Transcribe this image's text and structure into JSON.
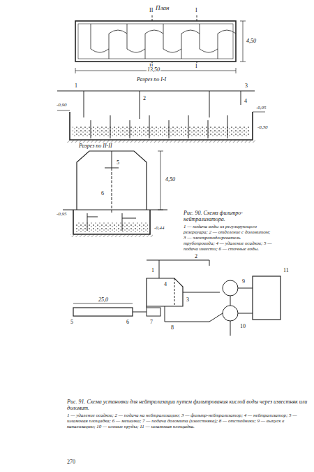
{
  "diagram": {
    "caption": "Рис. 91. Схема установки для нейтрализации путем фильтрования кислой воды через известняк или доломит.",
    "labels": [
      "План",
      "I",
      "I",
      "II",
      "II",
      "13,50",
      "4,50",
      "Разрез по I-I",
      "1",
      "2",
      "3",
      "4",
      "-0,90",
      "-0,95",
      "-0,30",
      "Разрез по II-II",
      "5",
      "6",
      "4,50",
      "-0,95",
      "-0,44",
      "Рис. 90. Схема фильтро-нейтрализатора.",
      "1 — подача воды из регулирующего резервуара; 2 — отделение с доломитом; 3 — электроподогреватель трубопровода; 4 — удаление осадков; 5 — подача извести; 6 — сточные воды.",
      "1",
      "2",
      "3",
      "4",
      "5",
      "6",
      "7",
      "8",
      "9",
      "10",
      "11",
      "25,0",
      "1 — удаление осадков; 2 — подача на нейтрализацию; 3 — фильтр-нейтрализатор; 4 — нейтрализатор; 5 — шламовая площадка; 6 — мешалка; 7 — подача доломита (известняка); 8 — отстойники; 9 — выпуск в канализацию; 10 — иловые пруды; 11 — шламовая площадка.",
      "270"
    ]
  }
}
